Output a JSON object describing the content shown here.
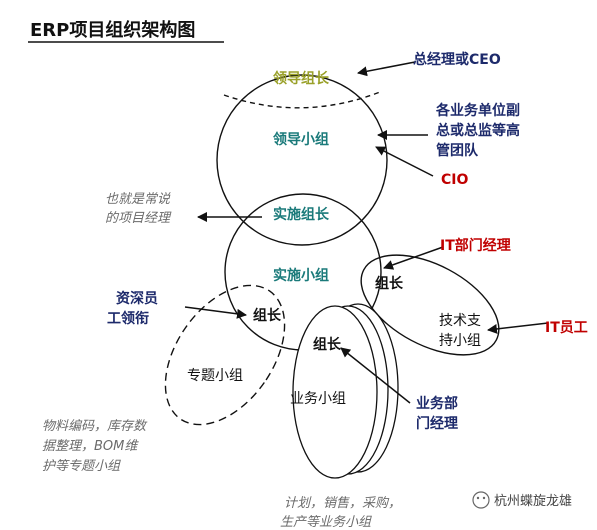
{
  "title": "ERP项目组织架构图",
  "leadership": {
    "leader": "领导组长",
    "group": "领导小组"
  },
  "implementation": {
    "leader": "实施组长",
    "group": "实施小组"
  },
  "it_group": {
    "leader": "组长",
    "label_line1": "技术支",
    "label_line2": "持小组"
  },
  "special_group": {
    "leader": "组长",
    "label": "专题小组"
  },
  "business_group": {
    "leader": "组长",
    "label": "业务小组"
  },
  "annotations": {
    "ceo": "总经理或CEO",
    "vp_line1": "各业务单位副",
    "vp_line2": "总或总监等高",
    "vp_line3": "管团队",
    "cio": "CIO",
    "pm_line1": "也就是常说",
    "pm_line2": "的项目经理",
    "it_manager": "IT部门经理",
    "it_staff": "IT员工",
    "senior_line1": "资深员",
    "senior_line2": "工领衔",
    "dept_manager_line1": "业务部",
    "dept_manager_line2": "门经理",
    "special_desc_line1": "物料编码，库存数",
    "special_desc_line2": "据整理，BOM维",
    "special_desc_line3": "护等专题小组",
    "business_desc_line1": "计划，销售，采购，",
    "business_desc_line2": "生产等业务小组"
  },
  "watermark": "杭州蝶旋龙雄"
}
